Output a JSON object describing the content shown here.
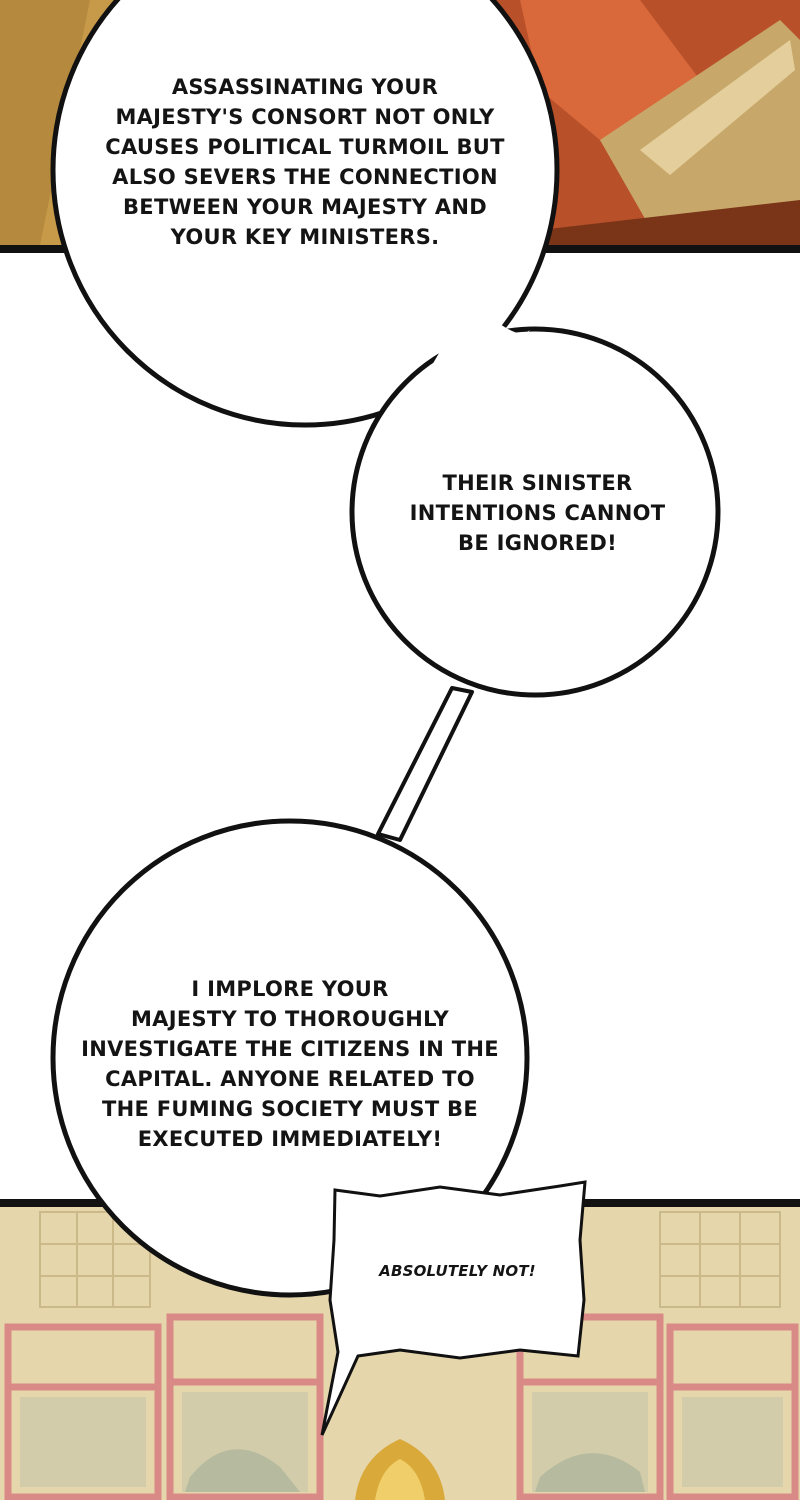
{
  "page": {
    "background": "#ffffff",
    "border_color": "#111111"
  },
  "panels": {
    "top": {
      "subject": "orange-robed-figure",
      "palette": [
        "#c79a4a",
        "#b8502a",
        "#d8c08a"
      ]
    },
    "bottom": {
      "subject": "palace-hall-interior",
      "palette": [
        "#e6d6ac",
        "#d98a86",
        "#cfc9a0"
      ]
    }
  },
  "bubbles": {
    "consort": {
      "lines": [
        "ASSASSINATING YOUR",
        "MAJESTY'S CONSORT NOT ONLY",
        "CAUSES POLITICAL TURMOIL BUT",
        "ALSO SEVERS THE CONNECTION",
        "BETWEEN YOUR MAJESTY AND",
        "YOUR KEY MINISTERS."
      ]
    },
    "intentions": {
      "lines": [
        "THEIR SINISTER",
        "INTENTIONS CANNOT",
        "BE IGNORED!"
      ]
    },
    "implore": {
      "lines": [
        "I IMPLORE YOUR",
        "MAJESTY TO THOROUGHLY",
        "INVESTIGATE THE CITIZENS IN THE",
        "CAPITAL. ANYONE RELATED TO",
        "THE FUMING SOCIETY MUST BE",
        "EXECUTED IMMEDIATELY!"
      ]
    },
    "refusal": {
      "text": "ABSOLUTELY NOT!"
    }
  }
}
